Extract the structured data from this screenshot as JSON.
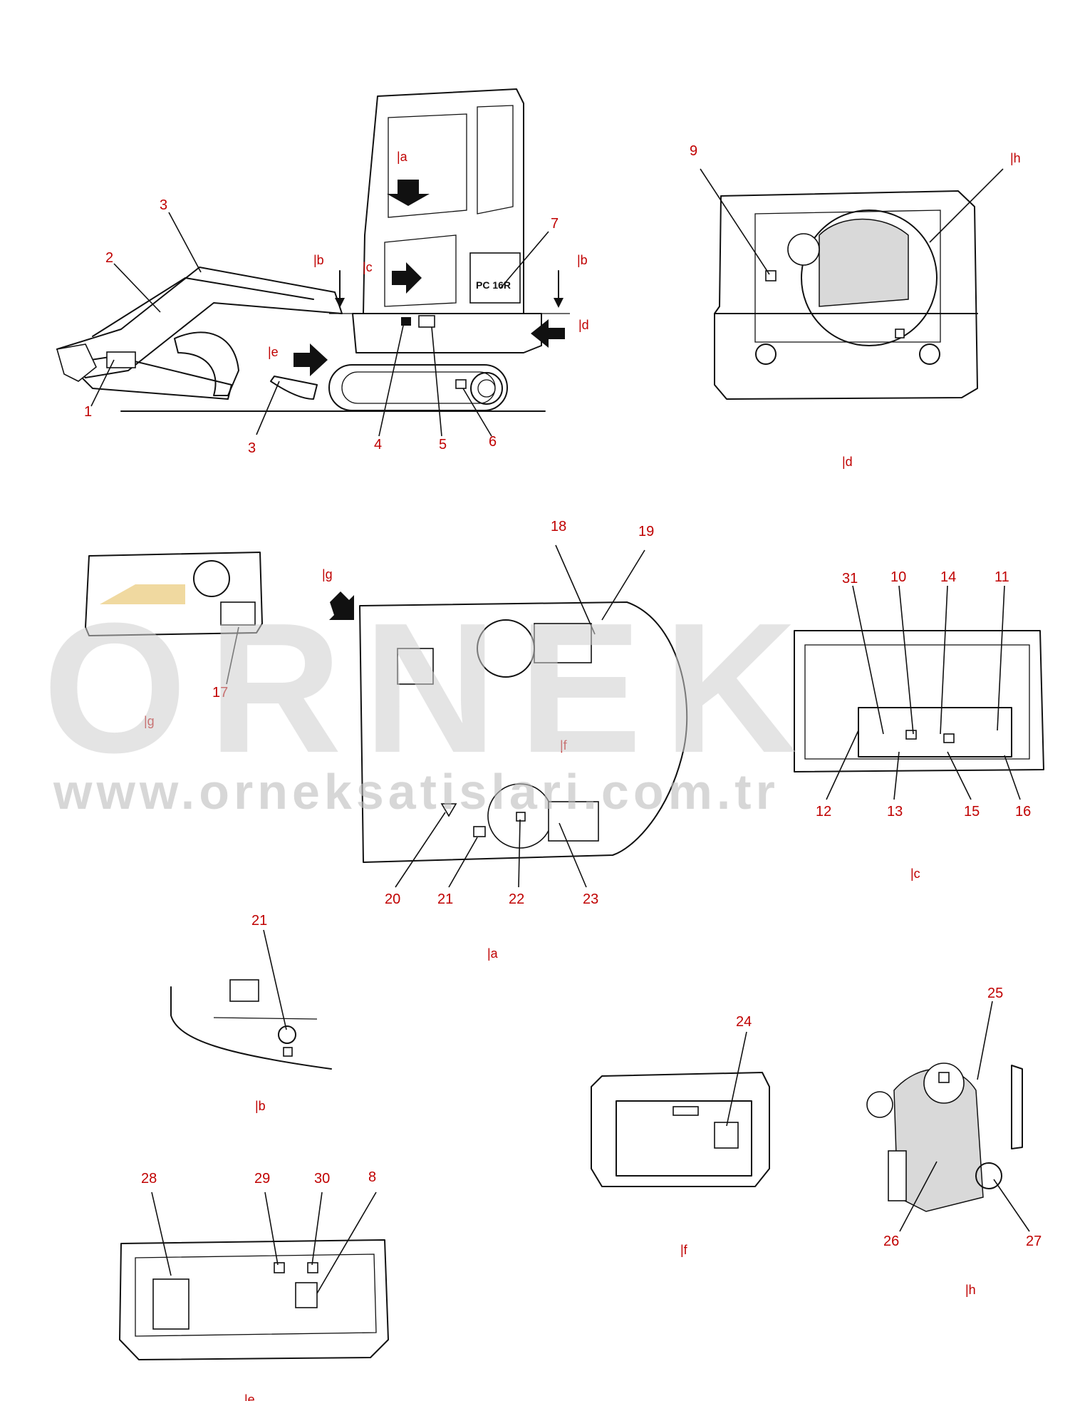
{
  "watermark": {
    "logo": "ORNEK",
    "url": "www.orneksatislari.com.tr"
  },
  "callouts": [
    "1",
    "2",
    "3",
    "3",
    "4",
    "5",
    "6",
    "7",
    "8",
    "9",
    "10",
    "11",
    "12",
    "13",
    "14",
    "15",
    "16",
    "17",
    "18",
    "19",
    "20",
    "21",
    "21",
    "22",
    "23",
    "24",
    "25",
    "26",
    "27",
    "28",
    "29",
    "30",
    "31"
  ],
  "view_labels": {
    "a": "|a",
    "b": "|b",
    "c": "|c",
    "d": "|d",
    "e": "|e",
    "f": "|f",
    "g": "|g",
    "h": "|h"
  },
  "arrow_labels": {
    "a": "|a",
    "b_left": "|b",
    "b_right": "|b",
    "c": "|c",
    "d": "|d",
    "e": "|e",
    "g": "|g",
    "h": "|h"
  },
  "model_badge": "PC 16R"
}
